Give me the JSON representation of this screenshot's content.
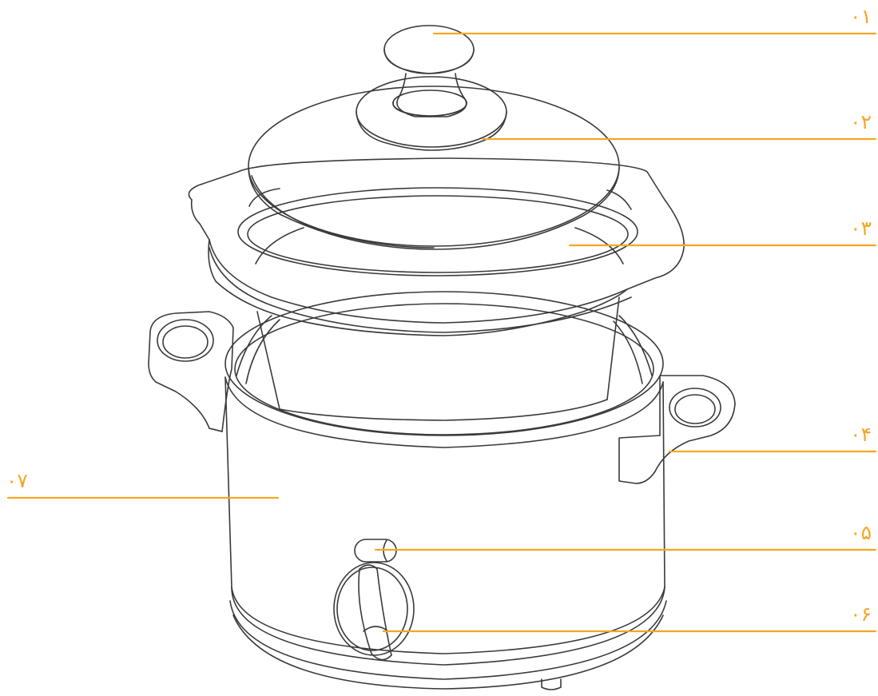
{
  "colors": {
    "accent": "#f5a623",
    "outline": "#3a3a3a",
    "background": "#ffffff"
  },
  "illustration": "slow-cooker-line-drawing",
  "callouts": [
    {
      "id": "lid-knob",
      "label": "۰۱"
    },
    {
      "id": "lid",
      "label": "۰۲"
    },
    {
      "id": "ceramic-pot",
      "label": "۰۳"
    },
    {
      "id": "side-handle",
      "label": "۰۴"
    },
    {
      "id": "indicator-light",
      "label": "۰۵"
    },
    {
      "id": "control-dial",
      "label": "۰۶"
    },
    {
      "id": "housing",
      "label": "۰۷"
    }
  ]
}
